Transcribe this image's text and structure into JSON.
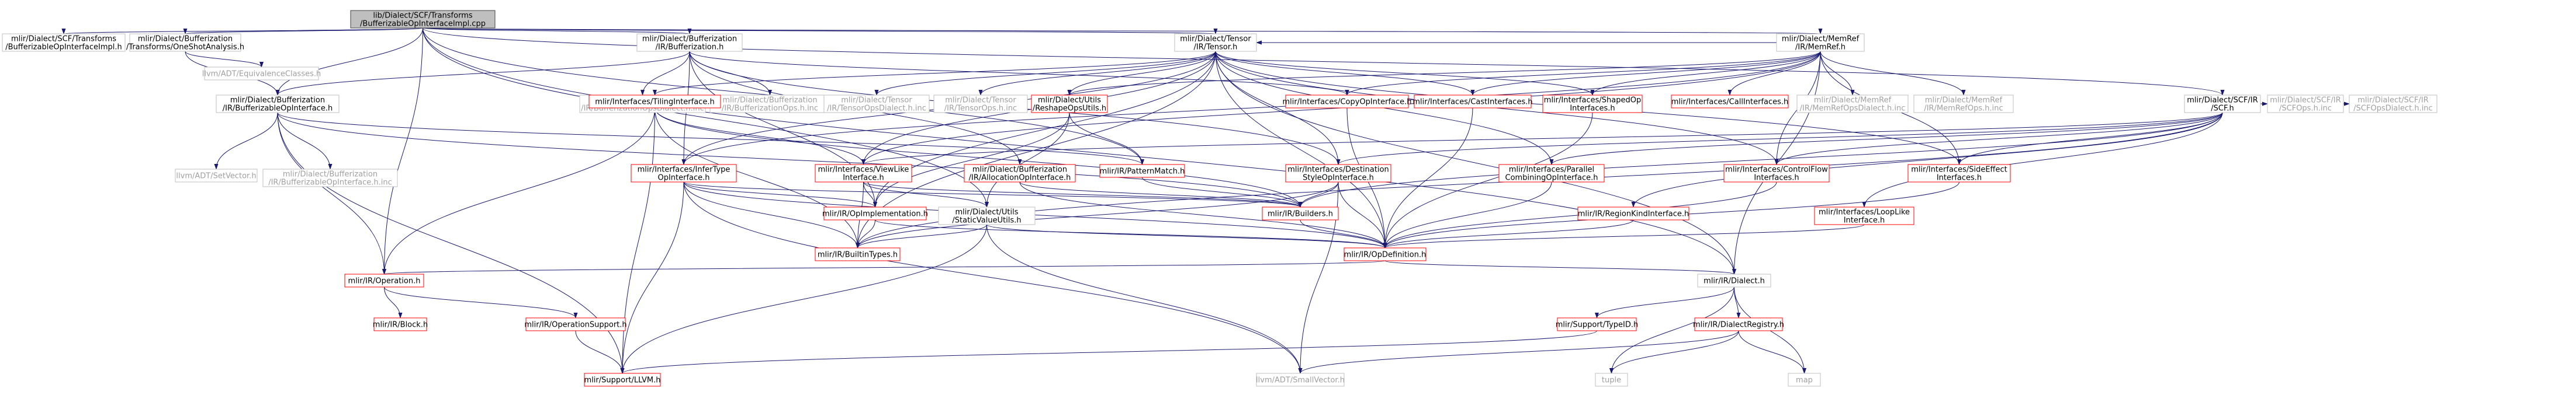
{
  "colors": {
    "node_border_linked": "#bfbfbf",
    "node_border_red": "#ff0000",
    "node_border_grey": "#bfbfbf",
    "node_root_border": "#404040",
    "node_root_fill": "#bfbfbf",
    "node_fill": "#ffffff",
    "text_normal": "#000000",
    "text_grey": "#a0a0a0",
    "edge": "#191970"
  },
  "nodes": {
    "root": {
      "lines": [
        "lib/Dialect/SCF/Transforms",
        "/BufferizableOpInterfaceImpl.cpp"
      ],
      "style": "root"
    },
    "scf_transforms_bufimpl": {
      "lines": [
        "mlir/Dialect/SCF/Transforms",
        "/BufferizableOpInterfaceImpl.h"
      ],
      "style": "black"
    },
    "buf_oneshot": {
      "lines": [
        "mlir/Dialect/Bufferization",
        "/Transforms/OneShotAnalysis.h"
      ],
      "style": "black"
    },
    "buf_ir_bufferization": {
      "lines": [
        "mlir/Dialect/Bufferization",
        "/IR/Bufferization.h"
      ],
      "style": "black"
    },
    "tensor_ir": {
      "lines": [
        "mlir/Dialect/Tensor",
        "/IR/Tensor.h"
      ],
      "style": "black"
    },
    "memref_ir": {
      "lines": [
        "mlir/Dialect/MemRef",
        "/IR/MemRef.h"
      ],
      "style": "black"
    },
    "scf_ir": {
      "lines": [
        "mlir/Dialect/SCF/IR",
        "/SCF.h"
      ],
      "style": "black"
    },
    "equiv_classes": {
      "lines": [
        "llvm/ADT/EquivalenceClasses.h"
      ],
      "style": "grey"
    },
    "buf_opinterface": {
      "lines": [
        "mlir/Dialect/Bufferization",
        "/IR/BufferizableOpInterface.h"
      ],
      "style": "black"
    },
    "buf_ops_dialect_inc": {
      "lines": [
        "mlir/Dialect/Bufferization",
        "/IR/BufferizationOpsDialect.h.inc"
      ],
      "style": "grey"
    },
    "buf_ops_inc": {
      "lines": [
        "mlir/Dialect/Bufferization",
        "/IR/BufferizationOps.h.inc"
      ],
      "style": "grey"
    },
    "tiling_iface": {
      "lines": [
        "mlir/Interfaces/TilingInterface.h"
      ],
      "style": "red"
    },
    "tensor_ops_dialect_inc": {
      "lines": [
        "mlir/Dialect/Tensor",
        "/IR/TensorOpsDialect.h.inc"
      ],
      "style": "grey"
    },
    "tensor_ops_inc": {
      "lines": [
        "mlir/Dialect/Tensor",
        "/IR/TensorOps.h.inc"
      ],
      "style": "grey"
    },
    "reshape_utils": {
      "lines": [
        "mlir/Dialect/Utils",
        "/ReshapeOpsUtils.h"
      ],
      "style": "red"
    },
    "copy_iface": {
      "lines": [
        "mlir/Interfaces/CopyOpInterface.h"
      ],
      "style": "red"
    },
    "cast_ifaces": {
      "lines": [
        "mlir/Interfaces/CastInterfaces.h"
      ],
      "style": "red"
    },
    "shaped_iface": {
      "lines": [
        "mlir/Interfaces/ShapedOp",
        "Interfaces.h"
      ],
      "style": "red"
    },
    "call_ifaces": {
      "lines": [
        "mlir/Interfaces/CallInterfaces.h"
      ],
      "style": "red"
    },
    "memref_ops_dialect_inc": {
      "lines": [
        "mlir/Dialect/MemRef",
        "/IR/MemRefOpsDialect.h.inc"
      ],
      "style": "grey"
    },
    "memref_ops_inc": {
      "lines": [
        "mlir/Dialect/MemRef",
        "/IR/MemRefOps.h.inc"
      ],
      "style": "grey"
    },
    "scf_ops_inc": {
      "lines": [
        "mlir/Dialect/SCF/IR",
        "/SCFOps.h.inc"
      ],
      "style": "grey"
    },
    "scf_ops_dialect_inc": {
      "lines": [
        "mlir/Dialect/SCF/IR",
        "/SCFOpsDialect.h.inc"
      ],
      "style": "grey"
    },
    "setvector": {
      "lines": [
        "llvm/ADT/SetVector.h"
      ],
      "style": "grey"
    },
    "buf_opinterface_inc": {
      "lines": [
        "mlir/Dialect/Bufferization",
        "/IR/BufferizableOpInterface.h.inc"
      ],
      "style": "grey"
    },
    "infertype_iface": {
      "lines": [
        "mlir/Interfaces/InferType",
        "OpInterface.h"
      ],
      "style": "red"
    },
    "viewlike_iface": {
      "lines": [
        "mlir/Interfaces/ViewLike",
        "Interface.h"
      ],
      "style": "red"
    },
    "buf_alloc_iface": {
      "lines": [
        "mlir/Dialect/Bufferization",
        "/IR/AllocationOpInterface.h"
      ],
      "style": "red"
    },
    "pattern_match": {
      "lines": [
        "mlir/IR/PatternMatch.h"
      ],
      "style": "red"
    },
    "dest_style_iface": {
      "lines": [
        "mlir/Interfaces/Destination",
        "StyleOpInterface.h"
      ],
      "style": "red"
    },
    "parallel_iface": {
      "lines": [
        "mlir/Interfaces/Parallel",
        "CombiningOpInterface.h"
      ],
      "style": "red"
    },
    "controlflow_ifaces": {
      "lines": [
        "mlir/Interfaces/ControlFlow",
        "Interfaces.h"
      ],
      "style": "red"
    },
    "sideeffect_ifaces": {
      "lines": [
        "mlir/Interfaces/SideEffect",
        "Interfaces.h"
      ],
      "style": "red"
    },
    "op_impl": {
      "lines": [
        "mlir/IR/OpImplementation.h"
      ],
      "style": "red"
    },
    "static_value_utils": {
      "lines": [
        "mlir/Dialect/Utils",
        "/StaticValueUtils.h"
      ],
      "style": "black"
    },
    "builders": {
      "lines": [
        "mlir/IR/Builders.h"
      ],
      "style": "red"
    },
    "regionkind_iface": {
      "lines": [
        "mlir/IR/RegionKindInterface.h"
      ],
      "style": "red"
    },
    "looplike_iface": {
      "lines": [
        "mlir/Interfaces/LoopLike",
        "Interface.h"
      ],
      "style": "red"
    },
    "builtin_types": {
      "lines": [
        "mlir/IR/BuiltinTypes.h"
      ],
      "style": "red"
    },
    "op_definition": {
      "lines": [
        "mlir/IR/OpDefinition.h"
      ],
      "style": "red"
    },
    "ir_operation": {
      "lines": [
        "mlir/IR/Operation.h"
      ],
      "style": "red"
    },
    "ir_dialect": {
      "lines": [
        "mlir/IR/Dialect.h"
      ],
      "style": "black"
    },
    "ir_block": {
      "lines": [
        "mlir/IR/Block.h"
      ],
      "style": "red"
    },
    "op_support": {
      "lines": [
        "mlir/IR/OperationSupport.h"
      ],
      "style": "red"
    },
    "typeid": {
      "lines": [
        "mlir/Support/TypeID.h"
      ],
      "style": "red"
    },
    "dialect_registry": {
      "lines": [
        "mlir/IR/DialectRegistry.h"
      ],
      "style": "red"
    },
    "support_llvm": {
      "lines": [
        "mlir/Support/LLVM.h"
      ],
      "style": "red"
    },
    "smallvector": {
      "lines": [
        "llvm/ADT/SmallVector.h"
      ],
      "style": "grey"
    },
    "tuple": {
      "lines": [
        "tuple"
      ],
      "style": "grey"
    },
    "map": {
      "lines": [
        "map"
      ],
      "style": "grey"
    }
  },
  "edges": [
    [
      "root",
      "scf_transforms_bufimpl"
    ],
    [
      "root",
      "buf_oneshot"
    ],
    [
      "root",
      "buf_ir_bufferization"
    ],
    [
      "root",
      "tensor_ir"
    ],
    [
      "root",
      "memref_ir"
    ],
    [
      "root",
      "scf_ir"
    ],
    [
      "root",
      "buf_opinterface"
    ],
    [
      "root",
      "ir_dialect"
    ],
    [
      "root",
      "ir_operation"
    ],
    [
      "root",
      "pattern_match"
    ],
    [
      "root",
      "static_value_utils"
    ],
    [
      "buf_oneshot",
      "equiv_classes"
    ],
    [
      "buf_oneshot",
      "buf_opinterface"
    ],
    [
      "buf_ir_bufferization",
      "buf_opinterface"
    ],
    [
      "buf_ir_bufferization",
      "buf_ops_dialect_inc"
    ],
    [
      "buf_ir_bufferization",
      "buf_ops_inc"
    ],
    [
      "buf_ir_bufferization",
      "buf_alloc_iface"
    ],
    [
      "buf_ir_bufferization",
      "copy_iface"
    ],
    [
      "buf_ir_bufferization",
      "infertype_iface"
    ],
    [
      "buf_ir_bufferization",
      "dest_style_iface"
    ],
    [
      "buf_ir_bufferization",
      "op_impl"
    ],
    [
      "tensor_ir",
      "tensor_ops_dialect_inc"
    ],
    [
      "tensor_ir",
      "tensor_ops_inc"
    ],
    [
      "tensor_ir",
      "tiling_iface"
    ],
    [
      "tensor_ir",
      "reshape_utils"
    ],
    [
      "tensor_ir",
      "cast_ifaces"
    ],
    [
      "tensor_ir",
      "shaped_iface"
    ],
    [
      "tensor_ir",
      "infertype_iface"
    ],
    [
      "tensor_ir",
      "viewlike_iface"
    ],
    [
      "tensor_ir",
      "dest_style_iface"
    ],
    [
      "tensor_ir",
      "parallel_iface"
    ],
    [
      "tensor_ir",
      "controlflow_ifaces"
    ],
    [
      "tensor_ir",
      "sideeffect_ifaces"
    ],
    [
      "tensor_ir",
      "op_impl"
    ],
    [
      "tensor_ir",
      "builtin_types"
    ],
    [
      "tensor_ir",
      "op_definition"
    ],
    [
      "tensor_ir",
      "ir_dialect"
    ],
    [
      "memref_ir",
      "tensor_ir"
    ],
    [
      "memref_ir",
      "copy_iface"
    ],
    [
      "memref_ir",
      "cast_ifaces"
    ],
    [
      "memref_ir",
      "shaped_iface"
    ],
    [
      "memref_ir",
      "call_ifaces"
    ],
    [
      "memref_ir",
      "memref_ops_dialect_inc"
    ],
    [
      "memref_ir",
      "memref_ops_inc"
    ],
    [
      "memref_ir",
      "reshape_utils"
    ],
    [
      "memref_ir",
      "viewlike_iface"
    ],
    [
      "memref_ir",
      "infertype_iface"
    ],
    [
      "memref_ir",
      "controlflow_ifaces"
    ],
    [
      "memref_ir",
      "sideeffect_ifaces"
    ],
    [
      "memref_ir",
      "ir_dialect"
    ],
    [
      "scf_ir",
      "scf_ops_inc"
    ],
    [
      "scf_ir",
      "scf_ops_dialect_inc"
    ],
    [
      "scf_ir",
      "controlflow_ifaces"
    ],
    [
      "scf_ir",
      "sideeffect_ifaces"
    ],
    [
      "scf_ir",
      "looplike_iface"
    ],
    [
      "scf_ir",
      "regionkind_iface"
    ],
    [
      "scf_ir",
      "parallel_iface"
    ],
    [
      "scf_ir",
      "viewlike_iface"
    ],
    [
      "scf_ir",
      "dest_style_iface"
    ],
    [
      "scf_ir",
      "builders"
    ],
    [
      "scf_ir",
      "builtin_types"
    ],
    [
      "buf_opinterface",
      "setvector"
    ],
    [
      "buf_opinterface",
      "buf_opinterface_inc"
    ],
    [
      "buf_opinterface",
      "ir_operation"
    ],
    [
      "buf_opinterface",
      "pattern_match"
    ],
    [
      "buf_opinterface",
      "support_llvm"
    ],
    [
      "buf_opinterface",
      "builders"
    ],
    [
      "tiling_iface",
      "builders"
    ],
    [
      "tiling_iface",
      "ir_operation"
    ],
    [
      "tiling_iface",
      "builtin_types"
    ],
    [
      "tiling_iface",
      "support_llvm"
    ],
    [
      "tiling_iface",
      "viewlike_iface"
    ],
    [
      "reshape_utils",
      "pattern_match"
    ],
    [
      "reshape_utils",
      "static_value_utils"
    ],
    [
      "reshape_utils",
      "op_impl"
    ],
    [
      "copy_iface",
      "op_definition"
    ],
    [
      "cast_ifaces",
      "op_definition"
    ],
    [
      "shaped_iface",
      "op_definition"
    ],
    [
      "infertype_iface",
      "builders"
    ],
    [
      "infertype_iface",
      "op_definition"
    ],
    [
      "infertype_iface",
      "builtin_types"
    ],
    [
      "infertype_iface",
      "support_llvm"
    ],
    [
      "infertype_iface",
      "smallvector"
    ],
    [
      "infertype_iface",
      "op_impl"
    ],
    [
      "viewlike_iface",
      "builtin_types"
    ],
    [
      "viewlike_iface",
      "op_impl"
    ],
    [
      "viewlike_iface",
      "static_value_utils"
    ],
    [
      "viewlike_iface",
      "builders"
    ],
    [
      "buf_alloc_iface",
      "builders"
    ],
    [
      "buf_alloc_iface",
      "op_definition"
    ],
    [
      "pattern_match",
      "builders"
    ],
    [
      "dest_style_iface",
      "builders"
    ],
    [
      "dest_style_iface",
      "builtin_types"
    ],
    [
      "dest_style_iface",
      "op_definition"
    ],
    [
      "dest_style_iface",
      "smallvector"
    ],
    [
      "parallel_iface",
      "op_definition"
    ],
    [
      "controlflow_ifaces",
      "op_definition"
    ],
    [
      "sideeffect_ifaces",
      "op_definition"
    ],
    [
      "op_impl",
      "builtin_types"
    ],
    [
      "op_impl",
      "op_definition"
    ],
    [
      "static_value_utils",
      "builtin_types"
    ],
    [
      "static_value_utils",
      "op_definition"
    ],
    [
      "static_value_utils",
      "support_llvm"
    ],
    [
      "static_value_utils",
      "smallvector"
    ],
    [
      "builders",
      "op_definition"
    ],
    [
      "regionkind_iface",
      "op_definition"
    ],
    [
      "looplike_iface",
      "op_definition"
    ],
    [
      "op_definition",
      "ir_operation"
    ],
    [
      "op_definition",
      "ir_dialect"
    ],
    [
      "ir_operation",
      "ir_block"
    ],
    [
      "ir_operation",
      "op_support"
    ],
    [
      "ir_dialect",
      "typeid"
    ],
    [
      "ir_dialect",
      "dialect_registry"
    ],
    [
      "ir_dialect",
      "tuple"
    ],
    [
      "ir_dialect",
      "map"
    ],
    [
      "op_support",
      "support_llvm"
    ],
    [
      "typeid",
      "support_llvm"
    ],
    [
      "dialect_registry",
      "tuple"
    ],
    [
      "dialect_registry",
      "map"
    ],
    [
      "dialect_registry",
      "smallvector"
    ]
  ]
}
